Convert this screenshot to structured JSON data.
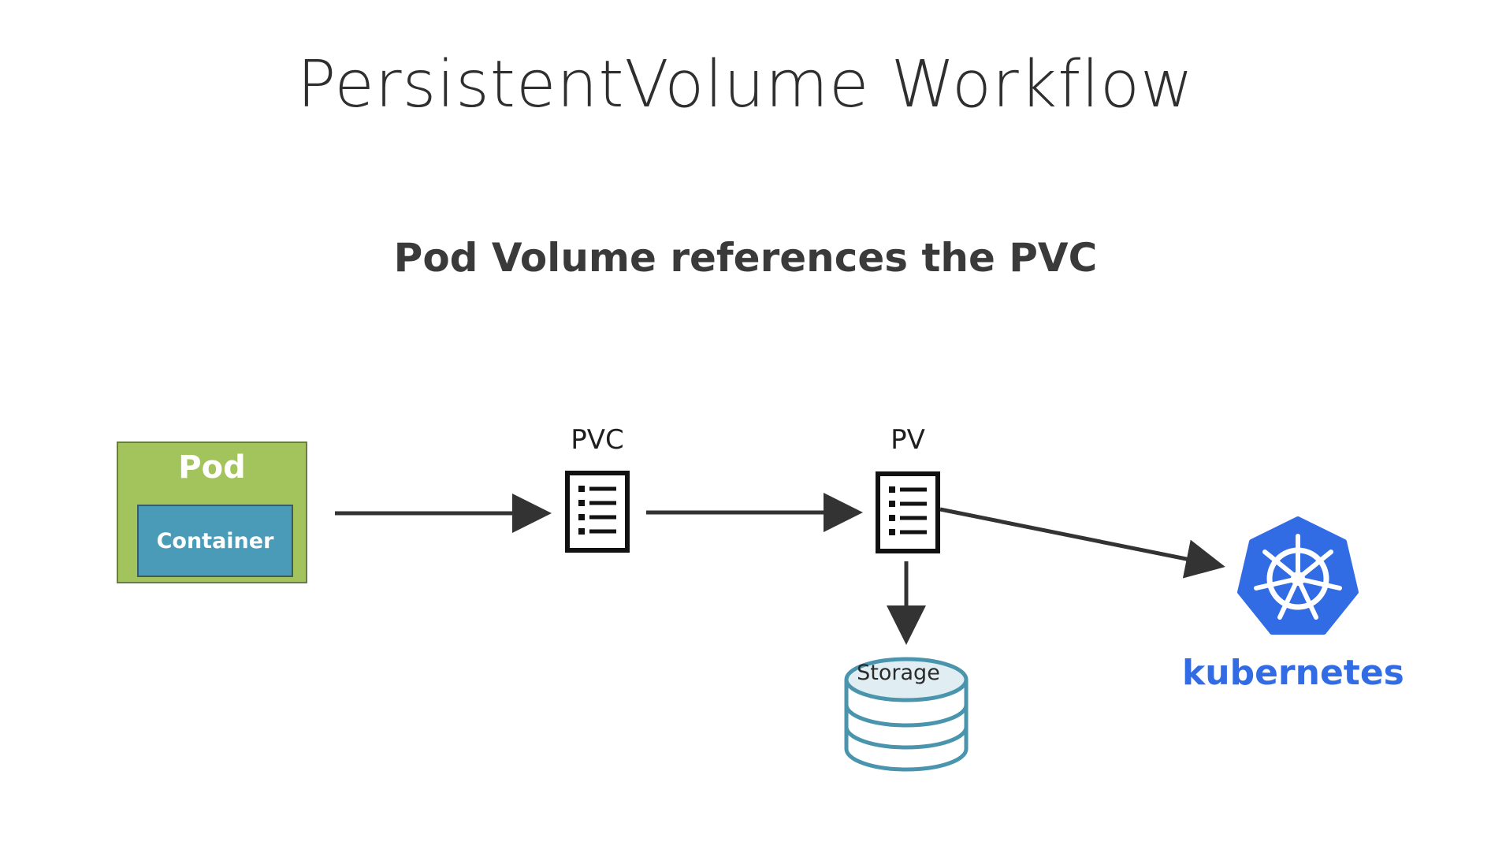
{
  "title": "PersistentVolume Workflow",
  "subtitle": "Pod Volume references the PVC",
  "nodes": {
    "pod": {
      "label": "Pod",
      "container_label": "Container"
    },
    "pvc": {
      "label": "PVC"
    },
    "pv": {
      "label": "PV"
    },
    "storage": {
      "label": "Storage"
    },
    "kubernetes": {
      "label": "kubernetes"
    }
  },
  "edges": [
    {
      "from": "pod",
      "to": "pvc"
    },
    {
      "from": "pvc",
      "to": "pv"
    },
    {
      "from": "pv",
      "to": "kubernetes"
    },
    {
      "from": "pv",
      "to": "storage"
    }
  ],
  "colors": {
    "pod": "#a3c45d",
    "container": "#4a9bb8",
    "storage_stroke": "#4a95ad",
    "storage_fill": "#e0edf2",
    "kubernetes": "#326ce5",
    "arrow": "#333333"
  },
  "icons": {
    "pvc": "document-list-icon",
    "pv": "document-list-icon",
    "storage": "database-icon",
    "kubernetes": "kubernetes-helm-icon"
  }
}
